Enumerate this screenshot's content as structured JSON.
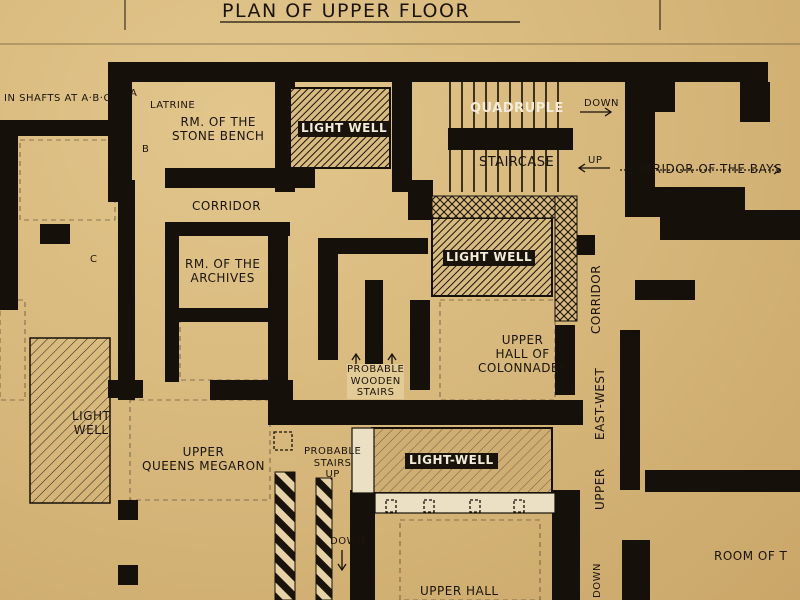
{
  "plan": {
    "title": "PLAN OF UPPER FLOOR",
    "labels": {
      "shafts": "IN SHAFTS AT A·B·C",
      "mark_a": "A",
      "mark_b": "B",
      "mark_c": "C",
      "latrine": "LATRINE",
      "room_stone_bench": "RM. OF THE\nSTONE BENCH",
      "light_well_1": "LIGHT WELL",
      "quadruple": "QUADRUPLE",
      "staircase": "STAIRCASE",
      "down_1": "DOWN",
      "up_1": "UP",
      "corridor_bays": "CORRIDOR OF THE BAYS",
      "corridor": "CORRIDOR",
      "light_well_2": "LIGHT WELL",
      "room_archives": "RM. OF THE\nARCHIVES",
      "corridor_v": "CORRIDOR",
      "probable_wooden_stairs": "PROBABLE\nWOODEN\nSTAIRS",
      "upper_hall_colonnades": "UPPER\nHALL OF\nCOLONNADES",
      "east_west": "EAST-WEST",
      "light_well_3": "LIGHT\nWELL",
      "upper_queens_megaron": "UPPER\nQUEENS MEGARON",
      "probable_stairs_up": "PROBABLE\nSTAIRS\nUP",
      "light_well_4": "LIGHT-WELL",
      "upper_v": "UPPER",
      "down_2": "DOWN",
      "down_3": "DOWN",
      "upper_hall": "UPPER HALL",
      "room_of": "ROOM OF T"
    }
  }
}
